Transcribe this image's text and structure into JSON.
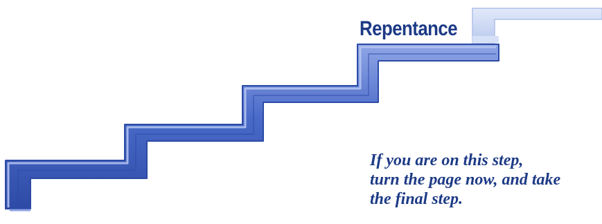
{
  "step_label": "Repentance",
  "caption_lines": [
    "If you are on this step,",
    "turn the page now, and take",
    "the final step."
  ],
  "colors": {
    "stair_fill": "#4a6ac8",
    "stair_edge": "#2d4ba6",
    "stair_highlight": "#8fa6e6",
    "faded_step": "#c9d6f3",
    "faded_step_edge": "#aebfe9",
    "text": "#1d3a86"
  }
}
